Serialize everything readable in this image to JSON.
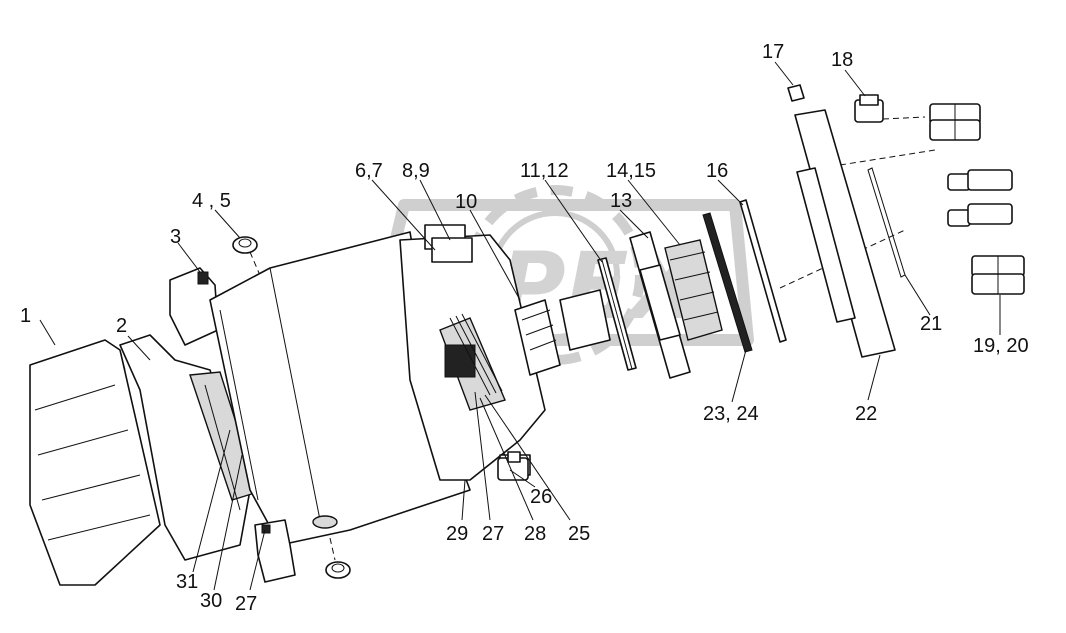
{
  "watermark": {
    "text": "OPEX",
    "color": "#d3d3d3"
  },
  "labels": [
    {
      "id": "l1",
      "text": "1"
    },
    {
      "id": "l2",
      "text": "2"
    },
    {
      "id": "l3",
      "text": "3"
    },
    {
      "id": "l45",
      "text": "4 , 5"
    },
    {
      "id": "l67",
      "text": "6,7"
    },
    {
      "id": "l89",
      "text": "8,9"
    },
    {
      "id": "l10",
      "text": "10"
    },
    {
      "id": "l1112",
      "text": "11,12"
    },
    {
      "id": "l13",
      "text": "13"
    },
    {
      "id": "l1415",
      "text": "14,15"
    },
    {
      "id": "l16",
      "text": "16"
    },
    {
      "id": "l17",
      "text": "17"
    },
    {
      "id": "l18",
      "text": "18"
    },
    {
      "id": "l1920",
      "text": "19, 20"
    },
    {
      "id": "l21",
      "text": "21"
    },
    {
      "id": "l22",
      "text": "22"
    },
    {
      "id": "l2324",
      "text": "23, 24"
    },
    {
      "id": "l25",
      "text": "25"
    },
    {
      "id": "l26",
      "text": "26"
    },
    {
      "id": "l27a",
      "text": "27"
    },
    {
      "id": "l28",
      "text": "28"
    },
    {
      "id": "l29",
      "text": "29"
    },
    {
      "id": "l27b",
      "text": "27"
    },
    {
      "id": "l30",
      "text": "30"
    },
    {
      "id": "l31",
      "text": "31"
    }
  ]
}
